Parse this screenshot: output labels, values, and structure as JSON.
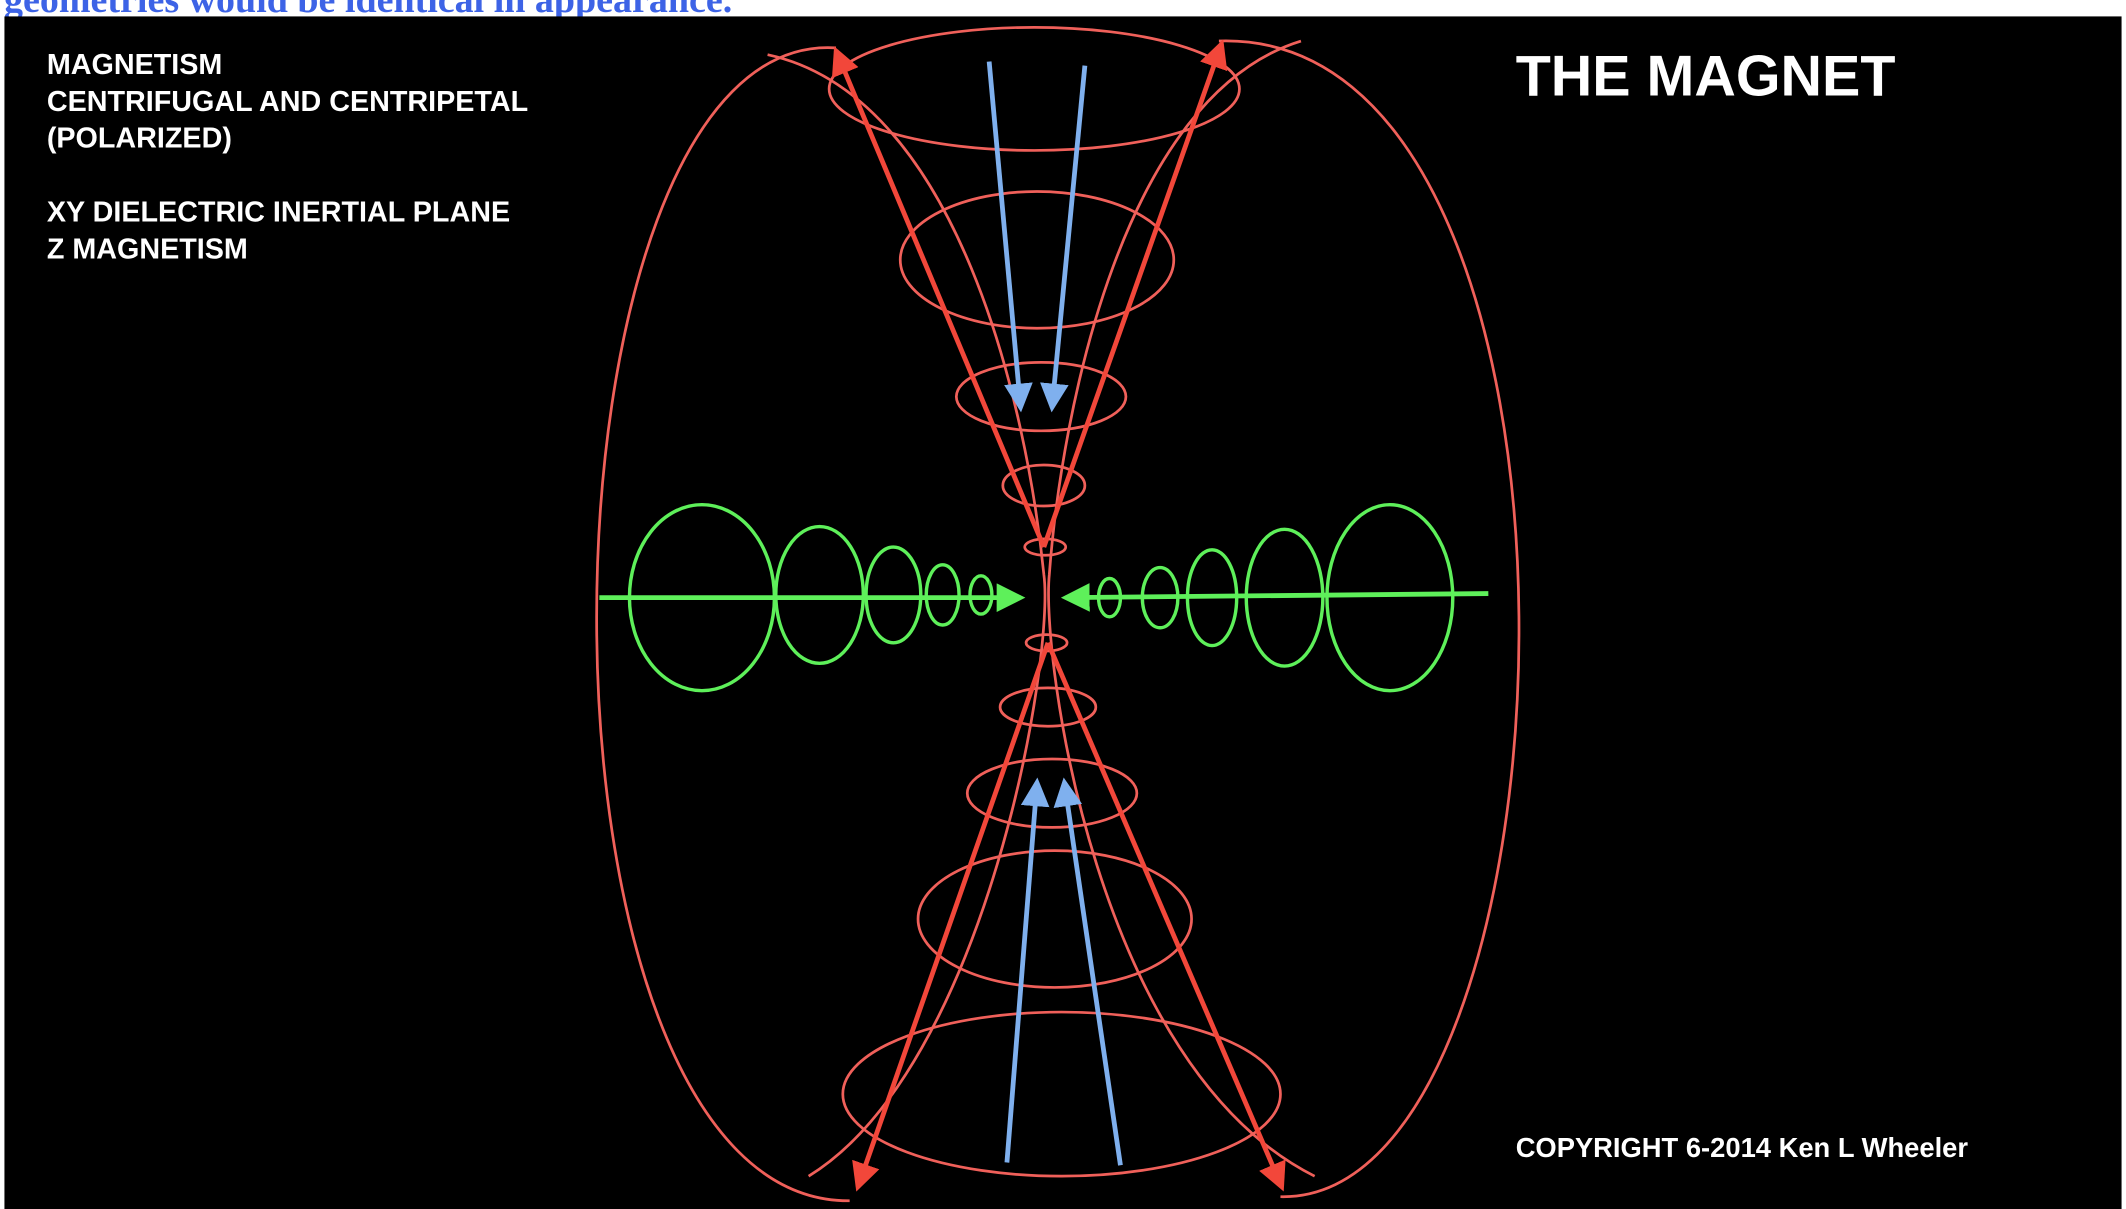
{
  "caption": "geometries would be identical in appearance.",
  "diagram": {
    "labels_left": [
      "MAGNETISM",
      "CENTRIFUGAL AND CENTRIPETAL",
      "(POLARIZED)",
      "XY DIELECTRIC INERTIAL PLANE",
      "Z MAGNETISM"
    ],
    "title": "THE MAGNET",
    "copyright": "COPYRIGHT 6-2014 Ken L Wheeler",
    "colors": {
      "background": "#000000",
      "field_lines": "#f0605a",
      "arrows_red": "#f2473a",
      "arrows_blue": "#7fb0ee",
      "dielectric_green": "#5ef05a",
      "caption": "#3d63e6"
    }
  }
}
